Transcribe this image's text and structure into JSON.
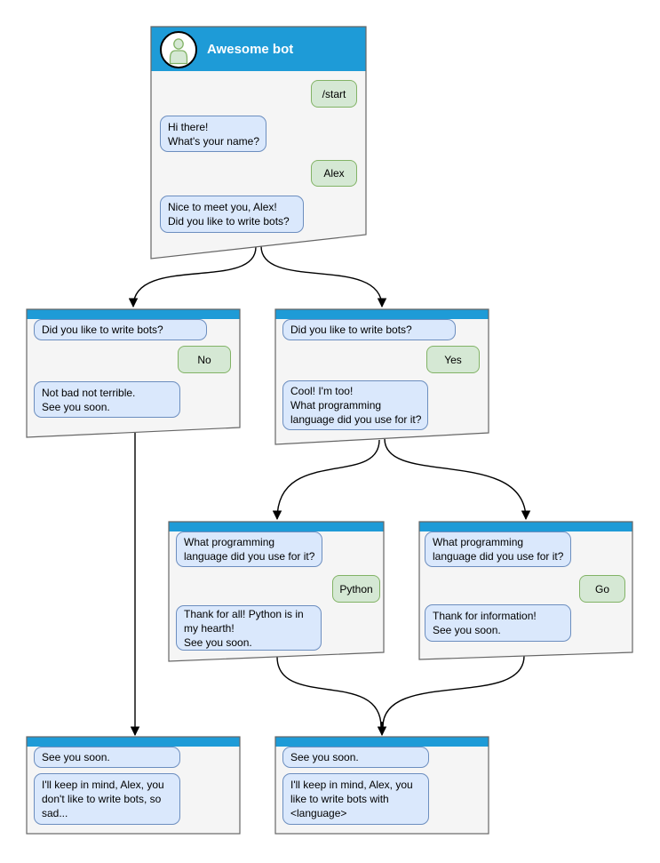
{
  "diagram": {
    "kind": "chatbot-conversation-flowchart",
    "colors": {
      "titlebar_blue": "#1E9BD7",
      "window_fill": "#F5F5F5",
      "window_border": "#666666",
      "bot_bubble_fill": "#DAE8FC",
      "bot_bubble_border": "#6C8EBF",
      "user_bubble_fill": "#D5E8D4",
      "user_bubble_border": "#82B366",
      "connector": "#000000"
    }
  },
  "windows": [
    {
      "name": "start",
      "title": "Awesome bot",
      "messages": [
        {
          "from": "user",
          "text": "/start"
        },
        {
          "from": "bot",
          "text": "Hi there!\nWhat's your name?"
        },
        {
          "from": "user",
          "text": "Alex"
        },
        {
          "from": "bot",
          "text": "Nice to meet you, Alex!\nDid you like to write bots?"
        }
      ]
    },
    {
      "name": "branch-no",
      "messages": [
        {
          "from": "bot",
          "text": "Did you like to write bots?"
        },
        {
          "from": "user",
          "text": "No"
        },
        {
          "from": "bot",
          "text": "Not bad not terrible.\nSee you soon."
        }
      ]
    },
    {
      "name": "branch-yes",
      "messages": [
        {
          "from": "bot",
          "text": "Did you like to write bots?"
        },
        {
          "from": "user",
          "text": "Yes"
        },
        {
          "from": "bot",
          "text": "Cool! I'm too!\nWhat programming\nlanguage did you use for it?"
        }
      ]
    },
    {
      "name": "lang-python",
      "messages": [
        {
          "from": "bot",
          "text": "What programming\nlanguage did you use for it?"
        },
        {
          "from": "user",
          "text": "Python"
        },
        {
          "from": "bot",
          "text": "Thank for all! Python is in\nmy hearth!\nSee you soon."
        }
      ]
    },
    {
      "name": "lang-go",
      "messages": [
        {
          "from": "bot",
          "text": "What programming\nlanguage did you use for it?"
        },
        {
          "from": "user",
          "text": "Go"
        },
        {
          "from": "bot",
          "text": "Thank for information!\nSee you soon."
        }
      ]
    },
    {
      "name": "end-no",
      "messages": [
        {
          "from": "bot",
          "text": "See you soon."
        },
        {
          "from": "bot",
          "text": "I'll keep in mind, Alex, you\ndon't like to write bots, so\nsad..."
        }
      ]
    },
    {
      "name": "end-yes",
      "messages": [
        {
          "from": "bot",
          "text": "See you soon."
        },
        {
          "from": "bot",
          "text": "I'll keep in mind, Alex, you\nlike to write bots with\n<language>"
        }
      ]
    }
  ]
}
